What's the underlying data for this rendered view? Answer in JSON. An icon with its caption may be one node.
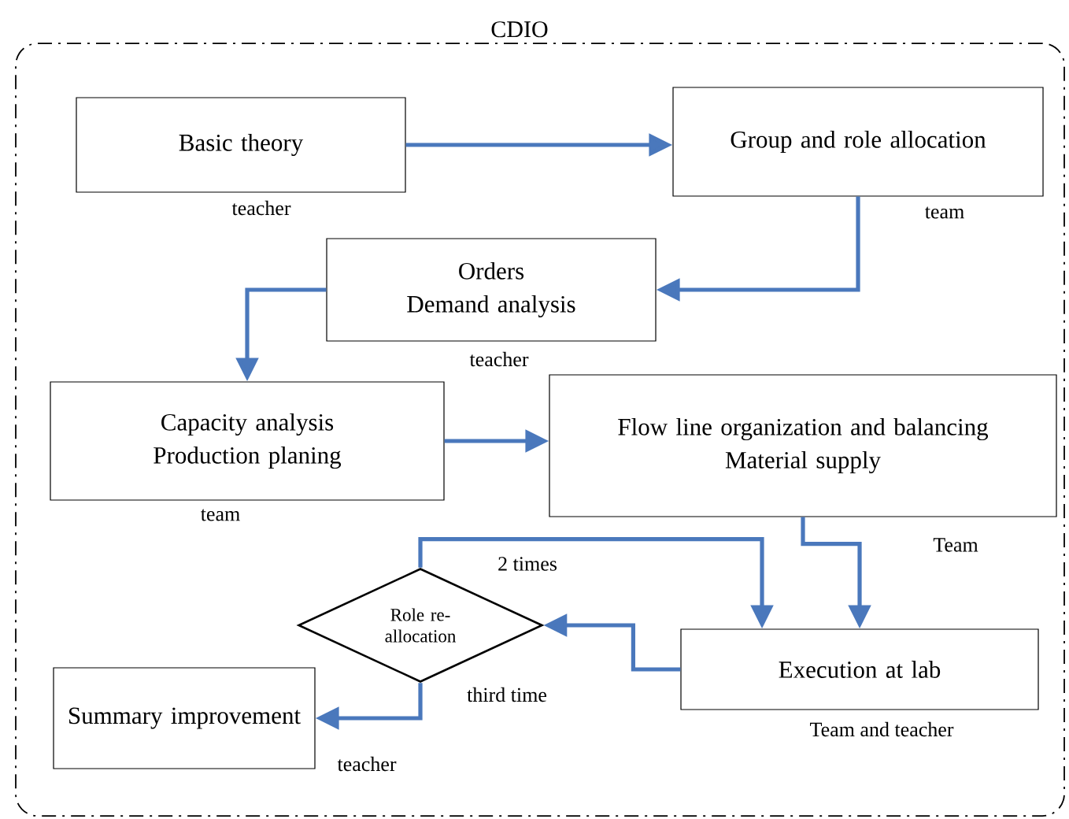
{
  "diagram": {
    "nodes": [
      {
        "text": [
          "CDIO"
        ]
      },
      {
        "text": [
          "Basic theory"
        ],
        "beside": [
          "teacher"
        ],
        "in": 0
      },
      {
        "text": [
          "Group and role allocation"
        ],
        "beside": [
          "team"
        ],
        "in": 0
      },
      {
        "text": [
          "Orders",
          "Demand analysis"
        ],
        "beside": [
          "teacher"
        ],
        "in": 0
      },
      {
        "text": [
          "Capacity analysis",
          "Production planing"
        ],
        "beside": [
          "team"
        ],
        "in": 0
      },
      {
        "text": [
          "Flow line organization and balancing",
          "Material supply"
        ],
        "beside": [
          "Team"
        ],
        "in": 0
      },
      {
        "text": [
          "Role re-allocation"
        ],
        "in": 0
      },
      {
        "text": [
          "Execution at lab"
        ],
        "beside": [
          "Team and teacher"
        ],
        "in": 0
      },
      {
        "text": [
          "Summary improvement"
        ],
        "beside": [
          "teacher"
        ],
        "in": 0
      }
    ],
    "edges": [
      {
        "from": 1,
        "to": 2,
        "arrow": "to"
      },
      {
        "from": 2,
        "to": 3,
        "arrow": "to"
      },
      {
        "from": 3,
        "to": 4,
        "arrow": "to"
      },
      {
        "from": 4,
        "to": 5,
        "arrow": "to"
      },
      {
        "from": 5,
        "to": 7,
        "arrow": "to"
      },
      {
        "from": 7,
        "to": 6,
        "arrow": "to"
      },
      {
        "from": 6,
        "to": 7,
        "label": "2 times",
        "arrow": "to"
      },
      {
        "from": 6,
        "to": 8,
        "label": "third time",
        "arrow": "to"
      }
    ]
  }
}
